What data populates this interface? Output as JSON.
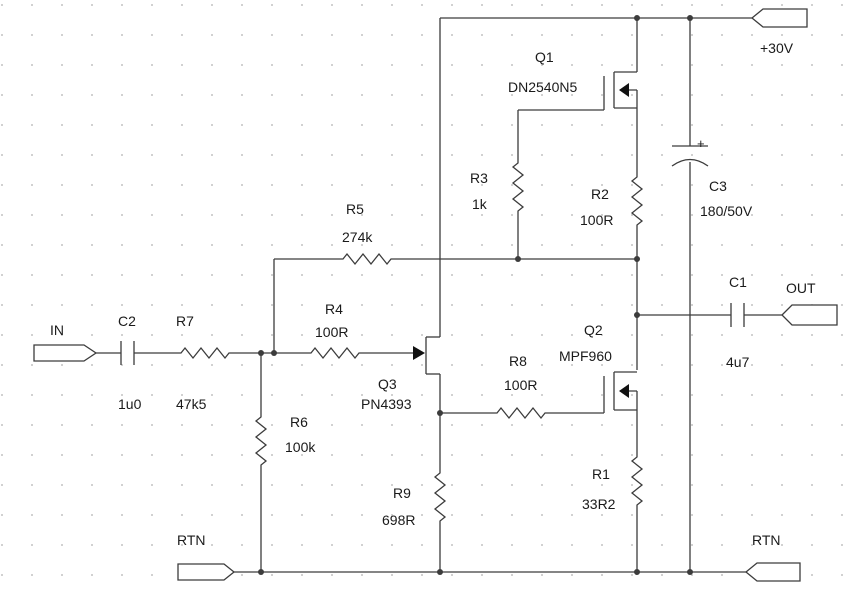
{
  "ports": {
    "in": "IN",
    "out": "OUT",
    "supply": "+30V",
    "rtn_left": "RTN",
    "rtn_right": "RTN"
  },
  "components": {
    "q1": {
      "ref": "Q1",
      "part": "DN2540N5"
    },
    "q2": {
      "ref": "Q2",
      "part": "MPF960"
    },
    "q3": {
      "ref": "Q3",
      "part": "PN4393"
    },
    "r1": {
      "ref": "R1",
      "value": "33R2"
    },
    "r2": {
      "ref": "R2",
      "value": "100R"
    },
    "r3": {
      "ref": "R3",
      "value": "1k"
    },
    "r4": {
      "ref": "R4",
      "value": "100R"
    },
    "r5": {
      "ref": "R5",
      "value": "274k"
    },
    "r6": {
      "ref": "R6",
      "value": "100k"
    },
    "r7": {
      "ref": "R7",
      "value": "47k5"
    },
    "r8": {
      "ref": "R8",
      "value": "100R"
    },
    "r9": {
      "ref": "R9",
      "value": "698R"
    },
    "c1": {
      "ref": "C1",
      "value": "4u7"
    },
    "c2": {
      "ref": "C2",
      "value": "1u0"
    },
    "c3": {
      "ref": "C3",
      "value": "180/50V",
      "polarity": "+"
    }
  }
}
